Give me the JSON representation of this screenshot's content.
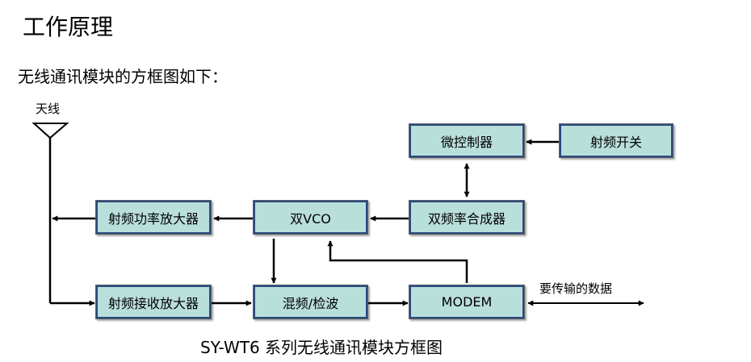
{
  "title": "工作原理",
  "intro": "无线通讯模块的方框图如下：",
  "antenna_label": "天线",
  "blocks": {
    "mcu": "微控制器",
    "rf_switch": "射频开关",
    "power_amp": "射频功率放大器",
    "dual_vco": "双VCO",
    "synth": "双频率合成器",
    "rx_amp": "射频接收放大器",
    "mixer": "混频/检波",
    "modem": "MODEM"
  },
  "data_label": "要传输的数据",
  "caption": "SY-WT6 系列无线通讯模块方框图"
}
